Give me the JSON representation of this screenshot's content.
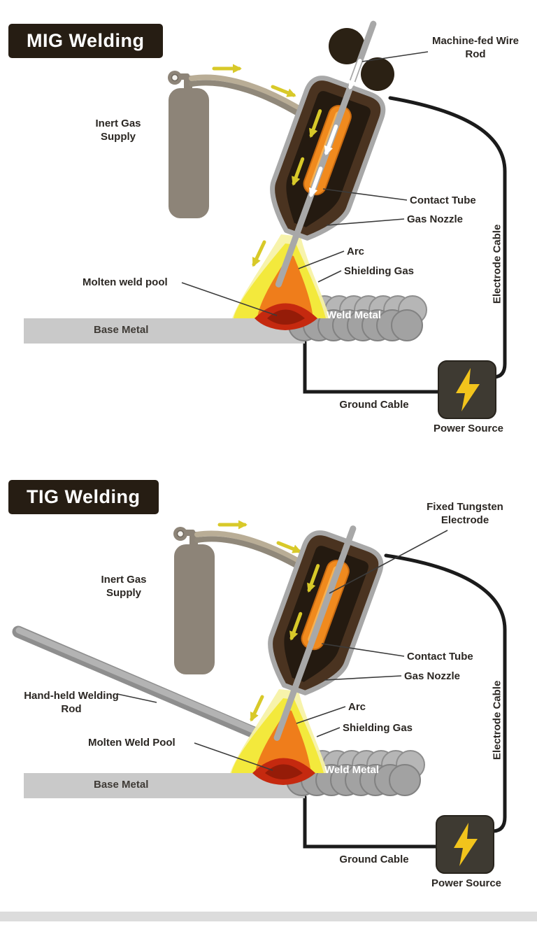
{
  "mig": {
    "title": "MIG Welding",
    "labels": {
      "machine_fed": "Machine-fed Wire Rod",
      "inert_gas": "Inert Gas Supply",
      "contact_tube": "Contact Tube",
      "gas_nozzle": "Gas Nozzle",
      "arc": "Arc",
      "shielding_gas": "Shielding Gas",
      "molten_pool": "Molten weld pool",
      "base_metal": "Base Metal",
      "weld_metal": "Weld Metal",
      "electrode_cable": "Electrode Cable",
      "ground_cable": "Ground Cable",
      "power_source": "Power Source"
    }
  },
  "tig": {
    "title": "TIG Welding",
    "labels": {
      "fixed_tungsten": "Fixed Tungsten Electrode",
      "inert_gas": "Inert Gas Supply",
      "hand_rod": "Hand-held Welding Rod",
      "contact_tube": "Contact Tube",
      "gas_nozzle": "Gas Nozzle",
      "arc": "Arc",
      "shielding_gas": "Shielding Gas",
      "molten_pool": "Molten Weld Pool",
      "base_metal": "Base Metal",
      "weld_metal": "Weld Metal",
      "electrode_cable": "Electrode Cable",
      "ground_cable": "Ground Cable",
      "power_source": "Power Source"
    }
  },
  "colors": {
    "title_bg": "#261d13",
    "label_text": "#2b2723",
    "torch_body": "#4a3320",
    "contact_tube_orange": "#f08a1e",
    "flame_yellow": "#f3e93c",
    "flame_orange": "#ef7d1b",
    "molten_red": "#c5290f",
    "gas_arrow_yellow": "#d8c929",
    "cylinder_gray": "#8d8478",
    "base_metal_gray": "#c9c9c9",
    "weld_bead_gray": "#a2a2a2",
    "cable_black": "#1b1b1b",
    "power_box": "#3e3a32",
    "bolt_yellow": "#f2c41c"
  }
}
